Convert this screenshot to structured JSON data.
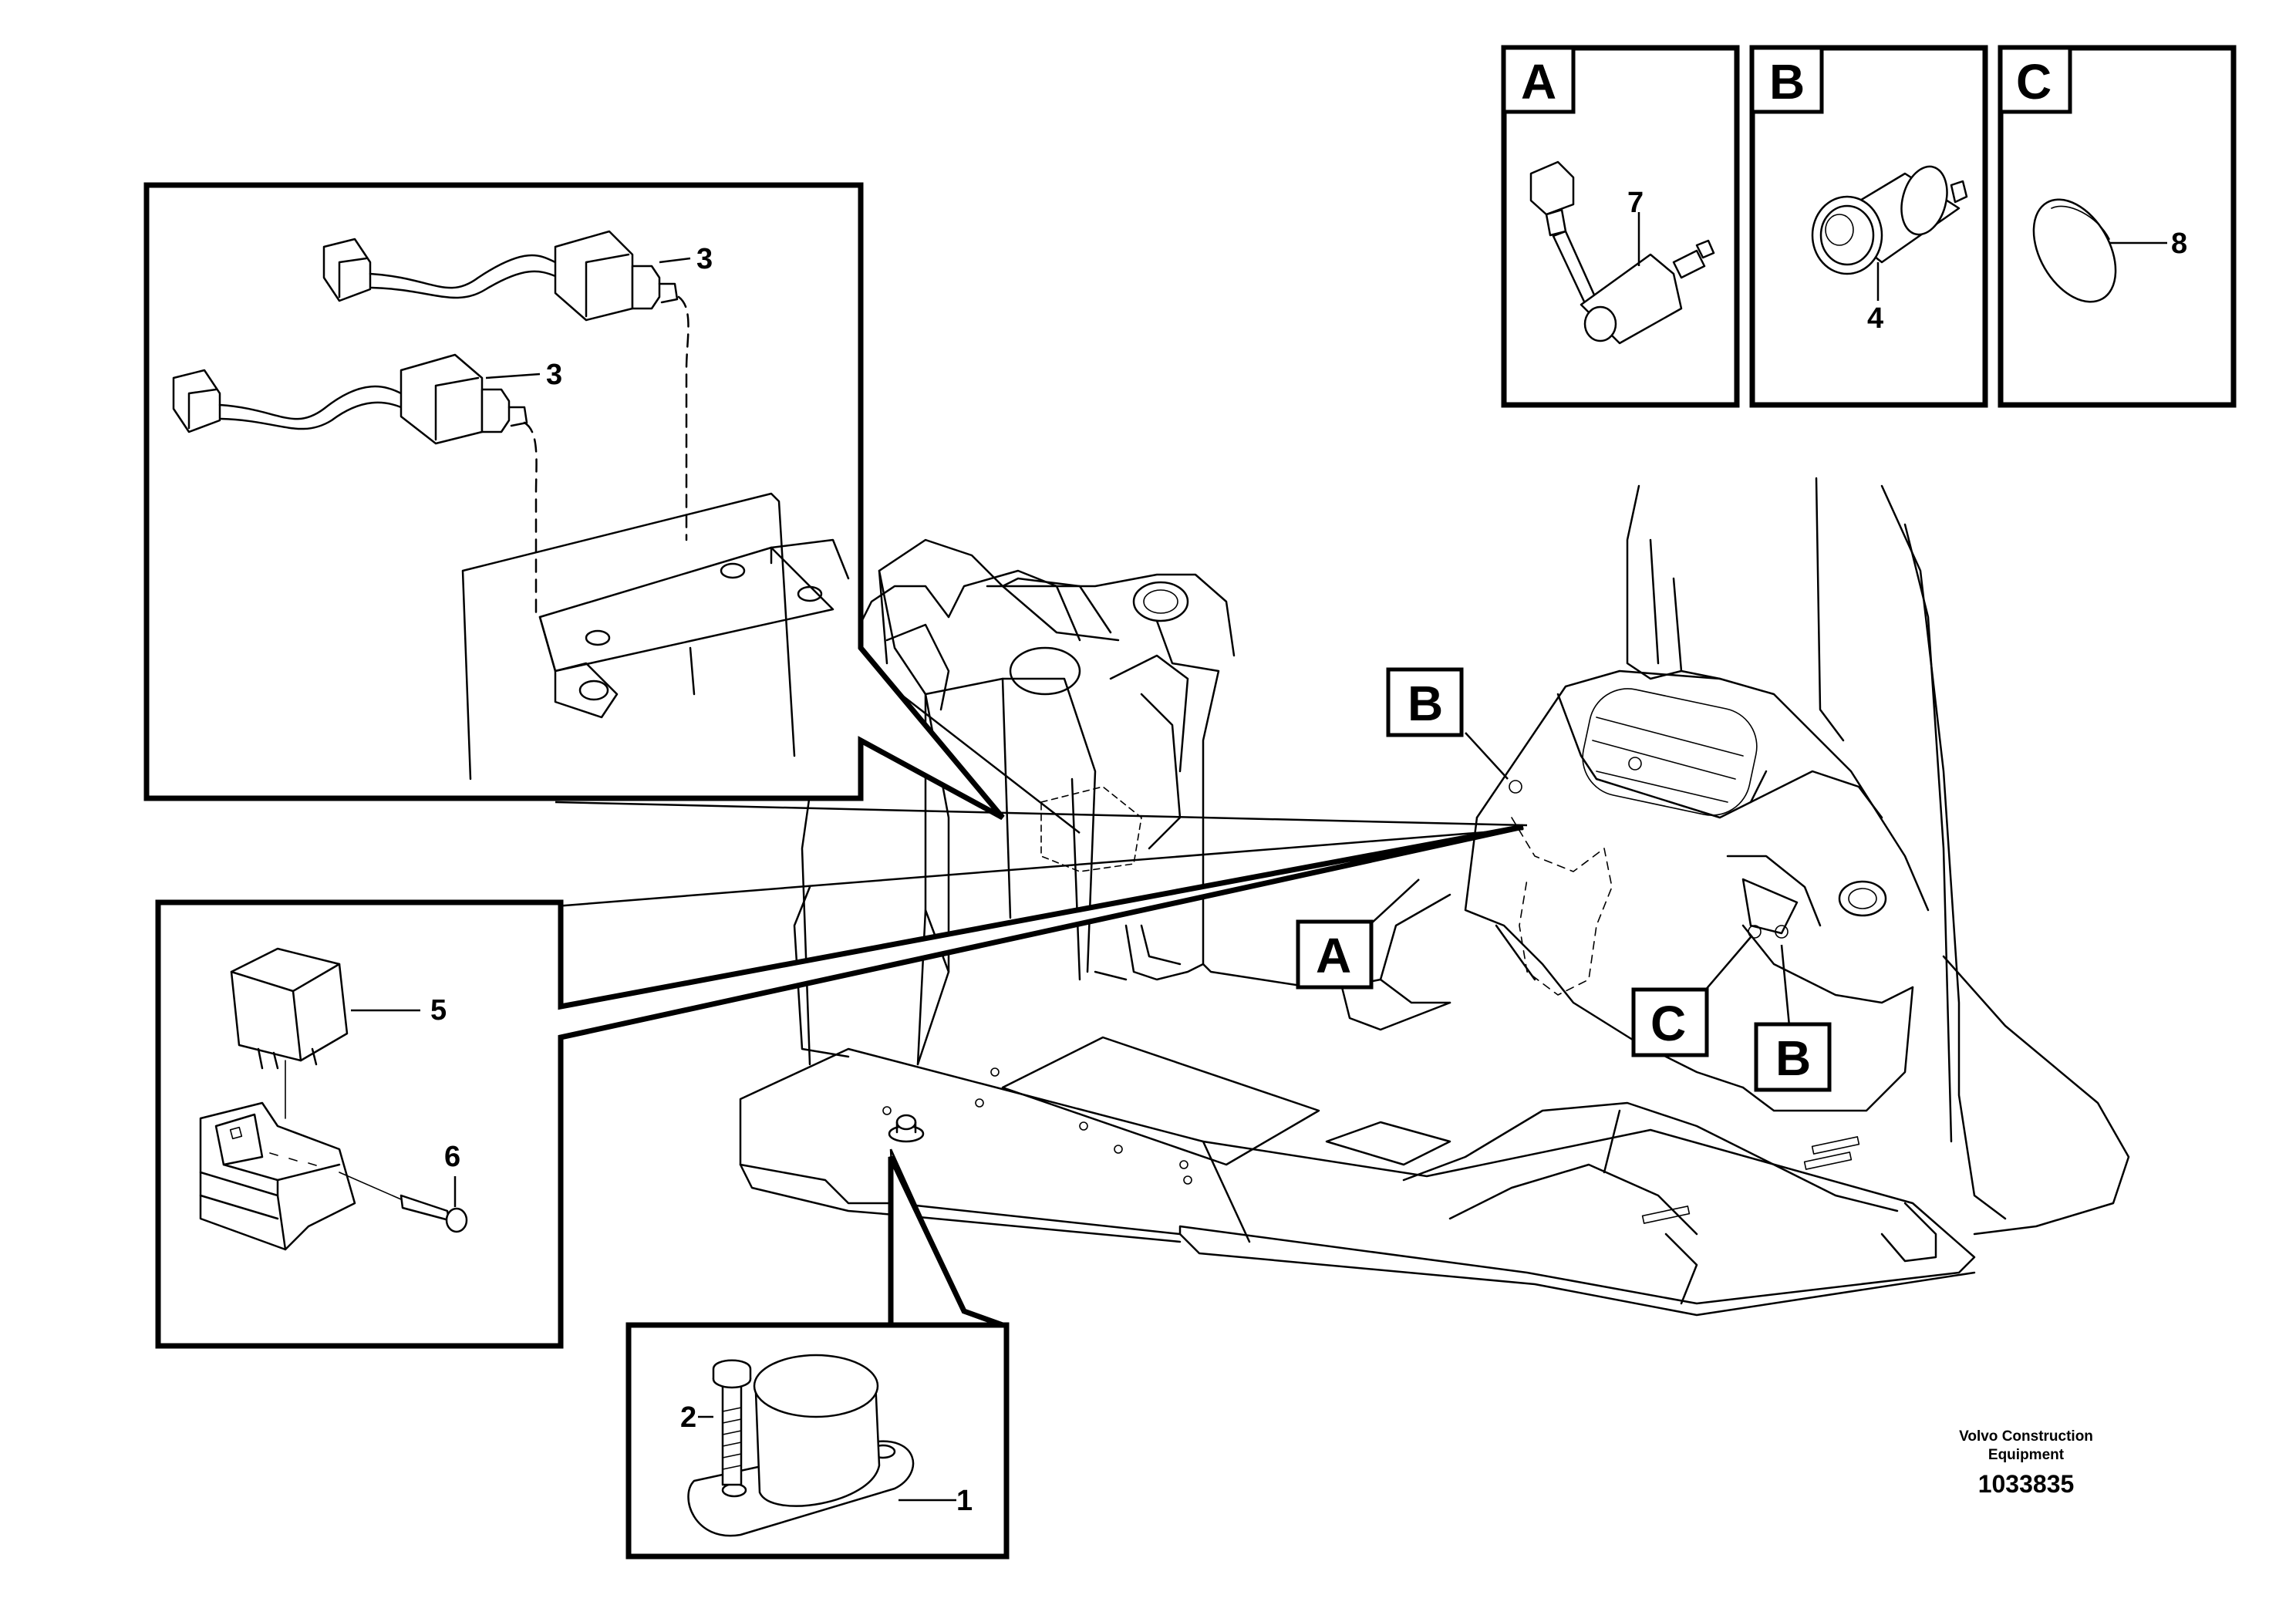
{
  "diagram": {
    "detail_views": [
      {
        "letter": "A",
        "part": "7"
      },
      {
        "letter": "B",
        "part": "4"
      },
      {
        "letter": "C",
        "part": "8"
      }
    ],
    "part_labels": {
      "p1": "1",
      "p2": "2",
      "p3a": "3",
      "p3b": "3",
      "p5": "5",
      "p6": "6"
    },
    "location_callouts": {
      "b_upper": "B",
      "a_lower": "A",
      "c_lower": "C",
      "b_lower": "B"
    },
    "footer": {
      "brand_line1": "Volvo Construction",
      "brand_line2": "Equipment",
      "document_number": "1033835"
    }
  }
}
